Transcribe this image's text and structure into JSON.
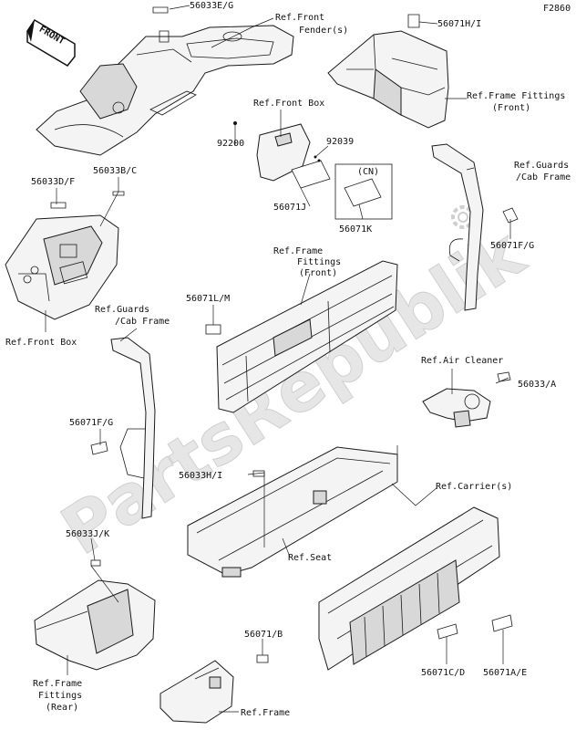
{
  "diagram_code": "F2860",
  "front_arrow": "FRONT",
  "watermark": "PartsRepublik",
  "labels": {
    "l_56033eg": "56033E/G",
    "l_ref_front_fenders_1": "Ref.Front",
    "l_ref_front_fenders_2": "Fender(s)",
    "l_56071hi": "56071H/I",
    "l_ref_frame_fittings_front_a1": "Ref.Frame Fittings",
    "l_ref_frame_fittings_front_a2": "(Front)",
    "l_ref_front_box_top": "Ref.Front Box",
    "l_92200": "92200",
    "l_92039": "92039",
    "l_cn": "(CN)",
    "l_56071j": "56071J",
    "l_56071k": "56071K",
    "l_ref_guards_cab_r1": "Ref.Guards",
    "l_ref_guards_cab_r2": "/Cab Frame",
    "l_56071fg_right": "56071F/G",
    "l_56033df": "56033D/F",
    "l_56033bc": "56033B/C",
    "l_ref_front_box_left": "Ref.Front Box",
    "l_ref_frame_fittings_front_b1": "Ref.Frame",
    "l_ref_frame_fittings_front_b2": "Fittings",
    "l_ref_frame_fittings_front_b3": "(Front)",
    "l_56071lm": "56071L/M",
    "l_ref_guards_cab_l1": "Ref.Guards",
    "l_ref_guards_cab_l2": "/Cab Frame",
    "l_ref_air_cleaner": "Ref.Air Cleaner",
    "l_56033a": "56033/A",
    "l_56071fg_left": "56071F/G",
    "l_56033hi": "56033H/I",
    "l_ref_carriers": "Ref.Carrier(s)",
    "l_ref_seat": "Ref.Seat",
    "l_56033jk": "56033J/K",
    "l_56071b": "56071/B",
    "l_56071cd": "56071C/D",
    "l_56071ae": "56071A/E",
    "l_ref_frame_fittings_rear_1": "Ref.Frame",
    "l_ref_frame_fittings_rear_2": "Fittings",
    "l_ref_frame_fittings_rear_3": "(Rear)",
    "l_ref_frame": "Ref.Frame"
  }
}
